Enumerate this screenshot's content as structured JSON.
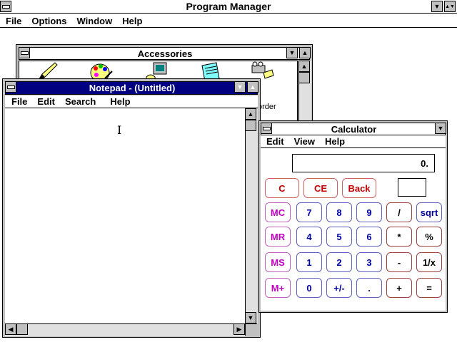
{
  "program_manager": {
    "title": "Program Manager",
    "menu": [
      "File",
      "Options",
      "Window",
      "Help"
    ]
  },
  "accessories": {
    "title": "Accessories",
    "icons": [
      {
        "name": "write-icon"
      },
      {
        "name": "paintbrush-icon"
      },
      {
        "name": "terminal-icon"
      },
      {
        "name": "notepad-icon"
      },
      {
        "name": "recorder-icon",
        "label": "order"
      }
    ]
  },
  "notepad": {
    "title": "Notepad - (Untitled)",
    "menu": [
      "File",
      "Edit",
      "Search",
      "Help"
    ],
    "text": ""
  },
  "calculator": {
    "title": "Calculator",
    "menu": [
      "Edit",
      "View",
      "Help"
    ],
    "display": "0.",
    "memory_indicator": "",
    "rows": [
      [
        {
          "label": "C",
          "color": "red",
          "name": "clear-button"
        },
        {
          "label": "CE",
          "color": "red",
          "name": "clear-entry-button"
        },
        {
          "label": "Back",
          "color": "red",
          "name": "backspace-button"
        }
      ],
      [
        {
          "label": "MC",
          "color": "magenta",
          "name": "memory-clear-button"
        },
        {
          "label": "7",
          "color": "blue",
          "name": "digit-7-button"
        },
        {
          "label": "8",
          "color": "blue",
          "name": "digit-8-button"
        },
        {
          "label": "9",
          "color": "blue",
          "name": "digit-9-button"
        },
        {
          "label": "/",
          "color": "black",
          "name": "divide-button"
        },
        {
          "label": "sqrt",
          "color": "blue",
          "name": "sqrt-button"
        }
      ],
      [
        {
          "label": "MR",
          "color": "magenta",
          "name": "memory-recall-button"
        },
        {
          "label": "4",
          "color": "blue",
          "name": "digit-4-button"
        },
        {
          "label": "5",
          "color": "blue",
          "name": "digit-5-button"
        },
        {
          "label": "6",
          "color": "blue",
          "name": "digit-6-button"
        },
        {
          "label": "*",
          "color": "black",
          "name": "multiply-button"
        },
        {
          "label": "%",
          "color": "black",
          "name": "percent-button"
        }
      ],
      [
        {
          "label": "MS",
          "color": "magenta",
          "name": "memory-store-button"
        },
        {
          "label": "1",
          "color": "blue",
          "name": "digit-1-button"
        },
        {
          "label": "2",
          "color": "blue",
          "name": "digit-2-button"
        },
        {
          "label": "3",
          "color": "blue",
          "name": "digit-3-button"
        },
        {
          "label": "-",
          "color": "black",
          "name": "subtract-button"
        },
        {
          "label": "1/x",
          "color": "black",
          "name": "reciprocal-button"
        }
      ],
      [
        {
          "label": "M+",
          "color": "magenta",
          "name": "memory-add-button"
        },
        {
          "label": "0",
          "color": "blue",
          "name": "digit-0-button"
        },
        {
          "label": "+/-",
          "color": "blue",
          "name": "sign-button"
        },
        {
          "label": ".",
          "color": "blue",
          "name": "decimal-button"
        },
        {
          "label": "+",
          "color": "black",
          "name": "add-button"
        },
        {
          "label": "=",
          "color": "black",
          "name": "equals-button"
        }
      ]
    ]
  },
  "colors": {
    "active_title": "#000080",
    "frame": "#c0c0c0"
  }
}
